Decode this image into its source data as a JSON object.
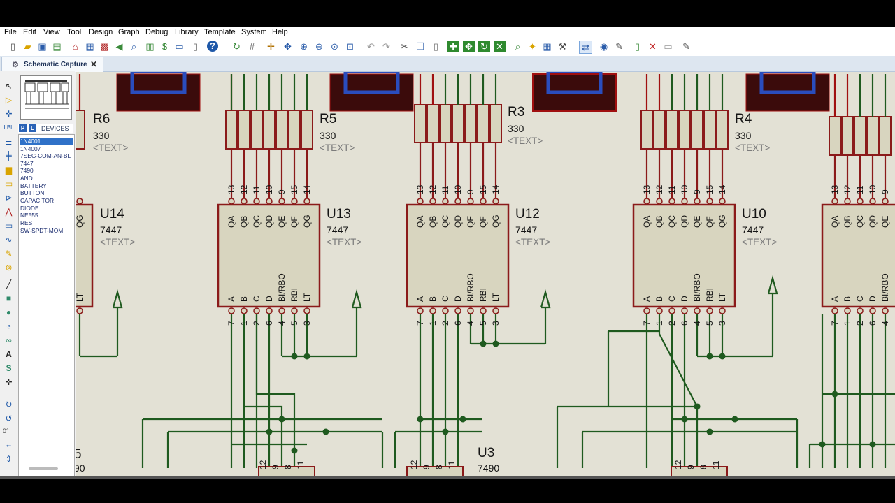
{
  "menu": [
    "File",
    "Edit",
    "View",
    "Tool",
    "Design",
    "Graph",
    "Debug",
    "Library",
    "Template",
    "System",
    "Help"
  ],
  "tab": {
    "label": "Schematic Capture",
    "icon": "schematic-icon",
    "close": "✕"
  },
  "devices": {
    "p_label": "P",
    "l_label": "L",
    "header": "DEVICES",
    "items": [
      "1N4001",
      "1N4007",
      "7SEG-COM-AN-BL",
      "7447",
      "7490",
      "AND",
      "BATTERY",
      "BUTTON",
      "CAPACITOR",
      "DIODE",
      "NE555",
      "RES",
      "SW-SPDT-MOM"
    ],
    "selected": "1N4001"
  },
  "rotation": "0°",
  "schematic": {
    "resistors": [
      {
        "ref": "R6",
        "value": "330",
        "text": "<TEXT>"
      },
      {
        "ref": "R5",
        "value": "330",
        "text": "<TEXT>"
      },
      {
        "ref": "R3",
        "value": "330",
        "text": "<TEXT>"
      },
      {
        "ref": "R4",
        "value": "330",
        "text": "<TEXT>"
      }
    ],
    "decoders": [
      {
        "ref": "U14",
        "value": "7447",
        "text": "<TEXT>"
      },
      {
        "ref": "U13",
        "value": "7447",
        "text": "<TEXT>"
      },
      {
        "ref": "U12",
        "value": "7447",
        "text": "<TEXT>"
      },
      {
        "ref": "U10",
        "value": "7447",
        "text": "<TEXT>"
      }
    ],
    "counter": {
      "ref": "U3",
      "value": "7490"
    },
    "partial_left": {
      "ref": "5",
      "value": "90"
    },
    "out_pins": [
      "QA",
      "QB",
      "QC",
      "QD",
      "QE",
      "QF",
      "QG"
    ],
    "out_nums": [
      "13",
      "12",
      "11",
      "10",
      "9",
      "15",
      "14"
    ],
    "in_pins": [
      "A",
      "B",
      "C",
      "D",
      "BI/RBO",
      "RBI",
      "LT"
    ],
    "in_nums": [
      "7",
      "1",
      "2",
      "6",
      "4",
      "5",
      "3"
    ],
    "counter_nums": [
      "12",
      "9",
      "8",
      "11"
    ]
  },
  "colors": {
    "wire": "#1f5a1f",
    "part": "#8b1a1a",
    "body": "#d8d5bf",
    "canvas": "#e3e1d5",
    "display": "#3b0b0b",
    "segment": "#2a4dbd",
    "selection": "#2f71c8"
  }
}
